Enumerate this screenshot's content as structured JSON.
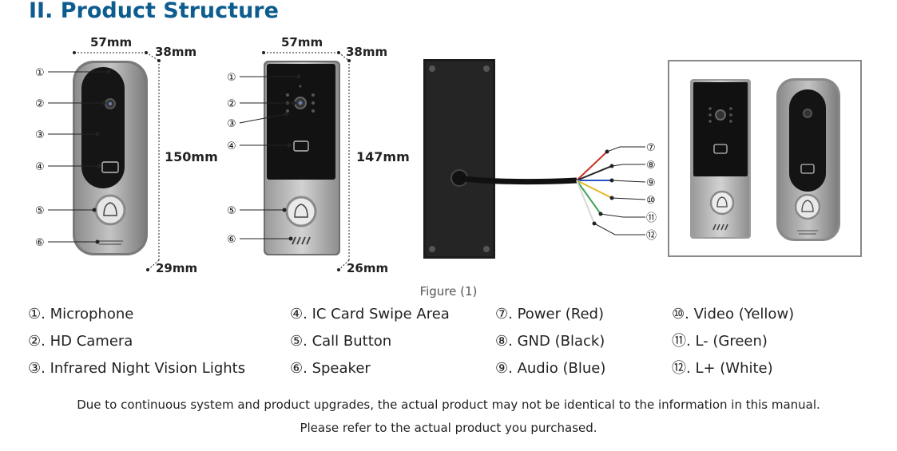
{
  "heading": "II. Product Structure",
  "figure": {
    "caption": "Figure (1)",
    "device_a": {
      "width": "57mm",
      "depth": "38mm",
      "height": "150mm",
      "bottom": "29mm"
    },
    "device_b": {
      "width": "57mm",
      "depth": "38mm",
      "height": "147mm",
      "bottom": "26mm"
    },
    "markers_a": [
      "①",
      "②",
      "③",
      "④",
      "⑤",
      "⑥"
    ],
    "markers_b": [
      "①",
      "②",
      "③",
      "④",
      "⑤",
      "⑥"
    ],
    "markers_c": [
      "⑦",
      "⑧",
      "⑨",
      "⑩",
      "⑪",
      "⑫"
    ],
    "wire_colors": [
      "#c8322a",
      "#222222",
      "#2d4fc4",
      "#e2b72b",
      "#3aa655",
      "#e8e8e8"
    ]
  },
  "legend": {
    "col1": [
      "①. Microphone",
      "②. HD Camera",
      "③. Infrared Night Vision Lights"
    ],
    "col2": [
      "④. IC Card Swipe Area",
      "⑤. Call Button",
      "⑥. Speaker"
    ],
    "col3": [
      "⑦. Power (Red)",
      "⑧. GND (Black)",
      "⑨. Audio (Blue)"
    ],
    "col4": [
      "⑩. Video (Yellow)",
      "⑪. L- (Green)",
      "⑫. L+ (White)"
    ]
  },
  "notes": {
    "line1": "Due to continuous system and product upgrades, the actual product may not be identical to the information in this manual.",
    "line2": "Please refer to the actual product you purchased."
  }
}
